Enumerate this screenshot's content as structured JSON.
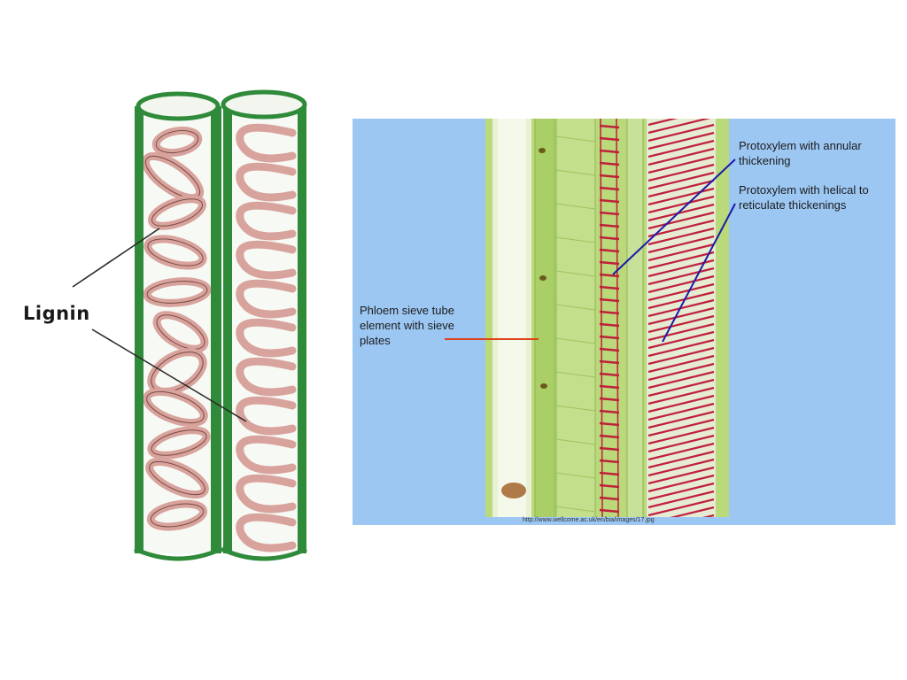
{
  "left_diagram": {
    "label": "Lignin"
  },
  "micrograph": {
    "labels": {
      "phloem": "Phloem sieve tube element with sieve plates",
      "annular": "Protoxylem with annular thickening",
      "helical": "Protoxylem with helical to reticulate thickenings"
    },
    "source_url": "http://www.wellcome.ac.uk/en/bia/images/17.jpg"
  },
  "colors": {
    "vessel_wall": "#2f8a3a",
    "lignin_ring": "#d8a39c",
    "panel_bg": "#9cc7f3",
    "tissue": "#b9d97a",
    "stain_red": "#c0203a",
    "phloem_pointer": "#e0401a",
    "xylem_pointer": "#1a1aa8"
  }
}
